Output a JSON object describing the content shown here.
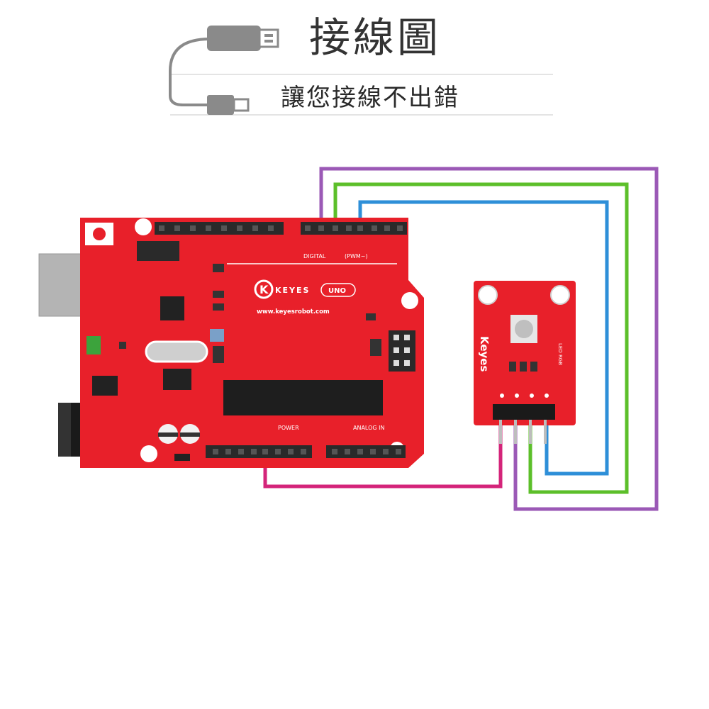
{
  "header": {
    "title": "接線圖",
    "subtitle": "讓您接線不出錯"
  },
  "board": {
    "brand": "KEYES",
    "model": "UNO",
    "website": "www.keyesrobot.com",
    "digital_label": "DIGITAL",
    "pwm_label": "(PWM~)",
    "power_label": "POWER",
    "analog_label": "ANALOG IN"
  },
  "module": {
    "brand": "Keyes",
    "label": "LED RGB"
  },
  "colors": {
    "board_red": "#e8202a",
    "wire_purple": "#9b59b6",
    "wire_green": "#5cbf2a",
    "wire_blue": "#2e8fd8",
    "wire_magenta": "#d4247a",
    "cable_gray": "#888888"
  }
}
